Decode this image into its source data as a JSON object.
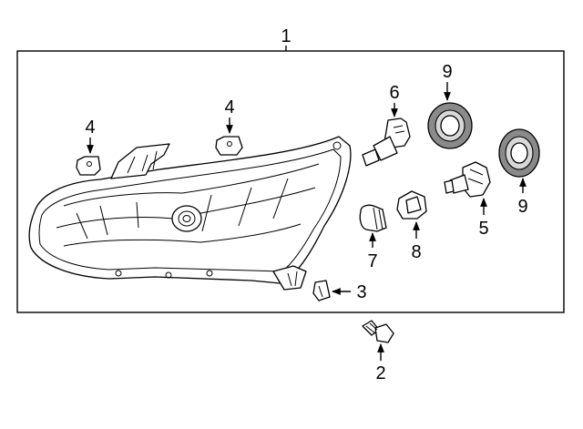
{
  "callouts": {
    "c1": "1",
    "c2": "2",
    "c3": "3",
    "c4a": "4",
    "c4b": "4",
    "c5": "5",
    "c6": "6",
    "c7": "7",
    "c8": "8",
    "c9a": "9",
    "c9b": "9"
  }
}
